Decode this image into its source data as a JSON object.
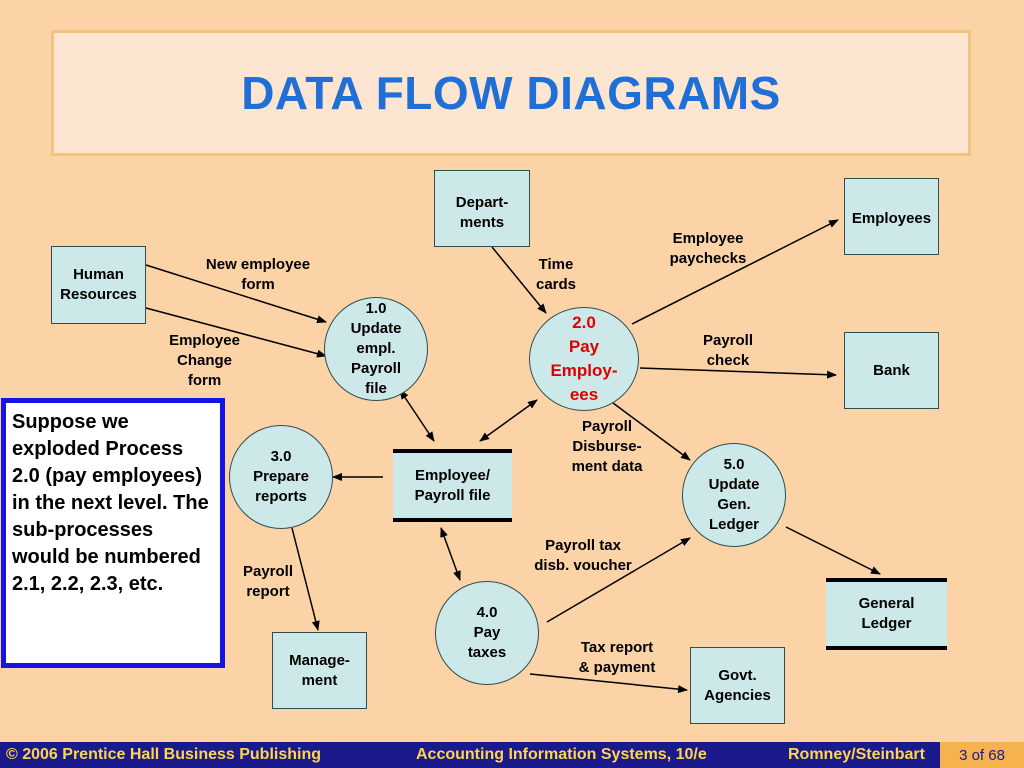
{
  "title": "DATA FLOW DIAGRAMS",
  "entities": {
    "departments": "Depart-\nments",
    "employees": "Employees",
    "human_resources": "Human\nResources",
    "bank": "Bank",
    "management": "Manage-\nment",
    "govt_agencies": "Govt.\nAgencies"
  },
  "processes": {
    "p1": "1.0\nUpdate\nempl.\nPayroll\nfile",
    "p2": "2.0\nPay\nEmploy-\nees",
    "p3": "3.0\nPrepare\nreports",
    "p4": "4.0\nPay\ntaxes",
    "p5": "5.0\nUpdate\nGen.\nLedger"
  },
  "stores": {
    "employee_payroll_file": "Employee/\nPayroll file",
    "general_ledger": "General\nLedger"
  },
  "flows": {
    "new_employee_form": "New employee\nform",
    "employee_change_form": "Employee\nChange\nform",
    "time_cards": "Time\ncards",
    "employee_paychecks": "Employee\npaychecks",
    "payroll_check": "Payroll\ncheck",
    "payroll_disbursement_data": "Payroll\nDisburse-\nment data",
    "payroll_report": "Payroll\nreport",
    "payroll_tax_disb_voucher": "Payroll tax\ndisb. voucher",
    "tax_report_payment": "Tax report\n& payment"
  },
  "callout": "Suppose we exploded Process 2.0 (pay employees) in the next level.  The sub-processes would be numbered 2.1, 2.2, 2.3, etc.",
  "footer": {
    "copyright": "© 2006 Prentice Hall Business Publishing",
    "book": "Accounting Information Systems, 10/e",
    "authors": "Romney/Steinbart",
    "page": "3 of 68"
  },
  "colors": {
    "background": "#FBD3A6",
    "title_text": "#1F6FD6",
    "node_fill": "#CDE8E8",
    "highlight_process_text": "#E00000",
    "callout_border": "#1414E6",
    "footer_bg": "#1A1A8C",
    "footer_text": "#FFD54A"
  }
}
